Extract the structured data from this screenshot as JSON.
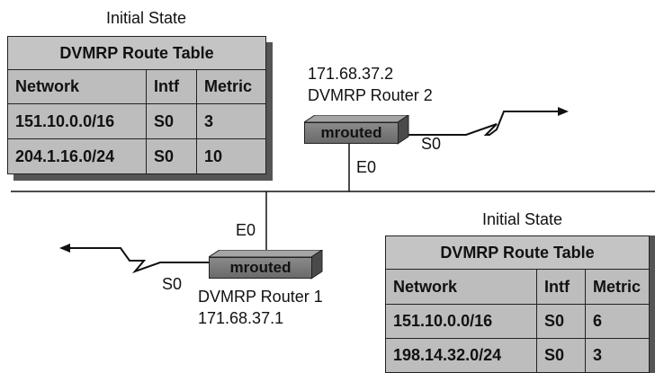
{
  "top_table": {
    "caption": "Initial State",
    "title": "DVMRP Route Table",
    "headers": [
      "Network",
      "Intf",
      "Metric"
    ],
    "rows": [
      [
        "151.10.0.0/16",
        "S0",
        "3"
      ],
      [
        "204.1.16.0/24",
        "S0",
        "10"
      ]
    ]
  },
  "bottom_table": {
    "caption": "Initial State",
    "title": "DVMRP Route Table",
    "headers": [
      "Network",
      "Intf",
      "Metric"
    ],
    "rows": [
      [
        "151.10.0.0/16",
        "S0",
        "6"
      ],
      [
        "198.14.32.0/24",
        "S0",
        "3"
      ]
    ]
  },
  "router2": {
    "address": "171.68.37.2",
    "name": "DVMRP Router 2",
    "label": "mrouted",
    "serial_intf": "S0",
    "ethernet_intf": "E0"
  },
  "router1": {
    "address": "171.68.37.1",
    "name": "DVMRP Router 1",
    "label": "mrouted",
    "serial_intf": "S0",
    "ethernet_intf": "E0"
  },
  "colors": {
    "table_fill": "#bdbdbd",
    "router_fill": "#7a7a7a",
    "line": "#111111"
  }
}
